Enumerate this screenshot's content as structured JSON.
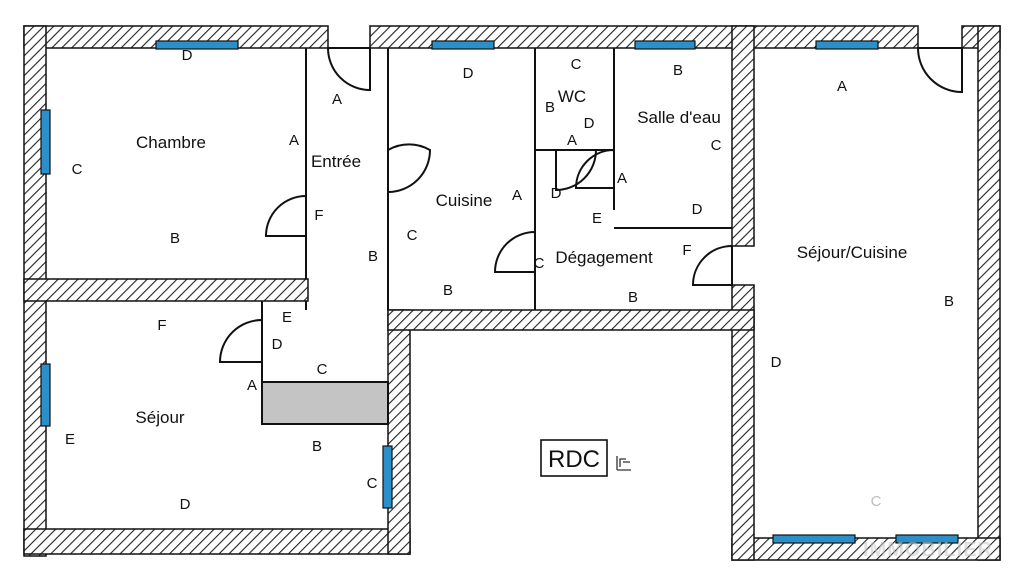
{
  "floor": {
    "level": "RDC"
  },
  "rooms": {
    "chambre": "Chambre",
    "entree": "Entrée",
    "cuisine": "Cuisine",
    "wc": "WC",
    "salle_eau": "Salle d'eau",
    "degagement": "Dégagement",
    "sejour_cuisine": "Séjour/Cuisine",
    "sejour": "Séjour"
  },
  "wall_labels": {
    "chambre": [
      "D",
      "C",
      "B",
      "A",
      "F"
    ],
    "entree": [
      "A",
      "E",
      "B",
      "C"
    ],
    "cuisine": [
      "D",
      "A",
      "C",
      "B"
    ],
    "wc": [
      "C",
      "B",
      "A",
      "D"
    ],
    "salle_eau": [
      "B",
      "C",
      "D",
      "A"
    ],
    "degagement": [
      "D",
      "E",
      "C",
      "F",
      "B"
    ],
    "sejour_cuisine": [
      "A",
      "B",
      "D",
      "C"
    ],
    "sejour": [
      "F",
      "D",
      "A",
      "E",
      "B",
      "C",
      "D"
    ]
  },
  "watermark": "IMMOBILIER",
  "colors": {
    "window": "#2b8fc9",
    "wall_hatch": "#222222",
    "stair": "#c4c4c4",
    "background": "#ffffff"
  },
  "icons": {
    "stair_symbol": "stair-icon"
  }
}
